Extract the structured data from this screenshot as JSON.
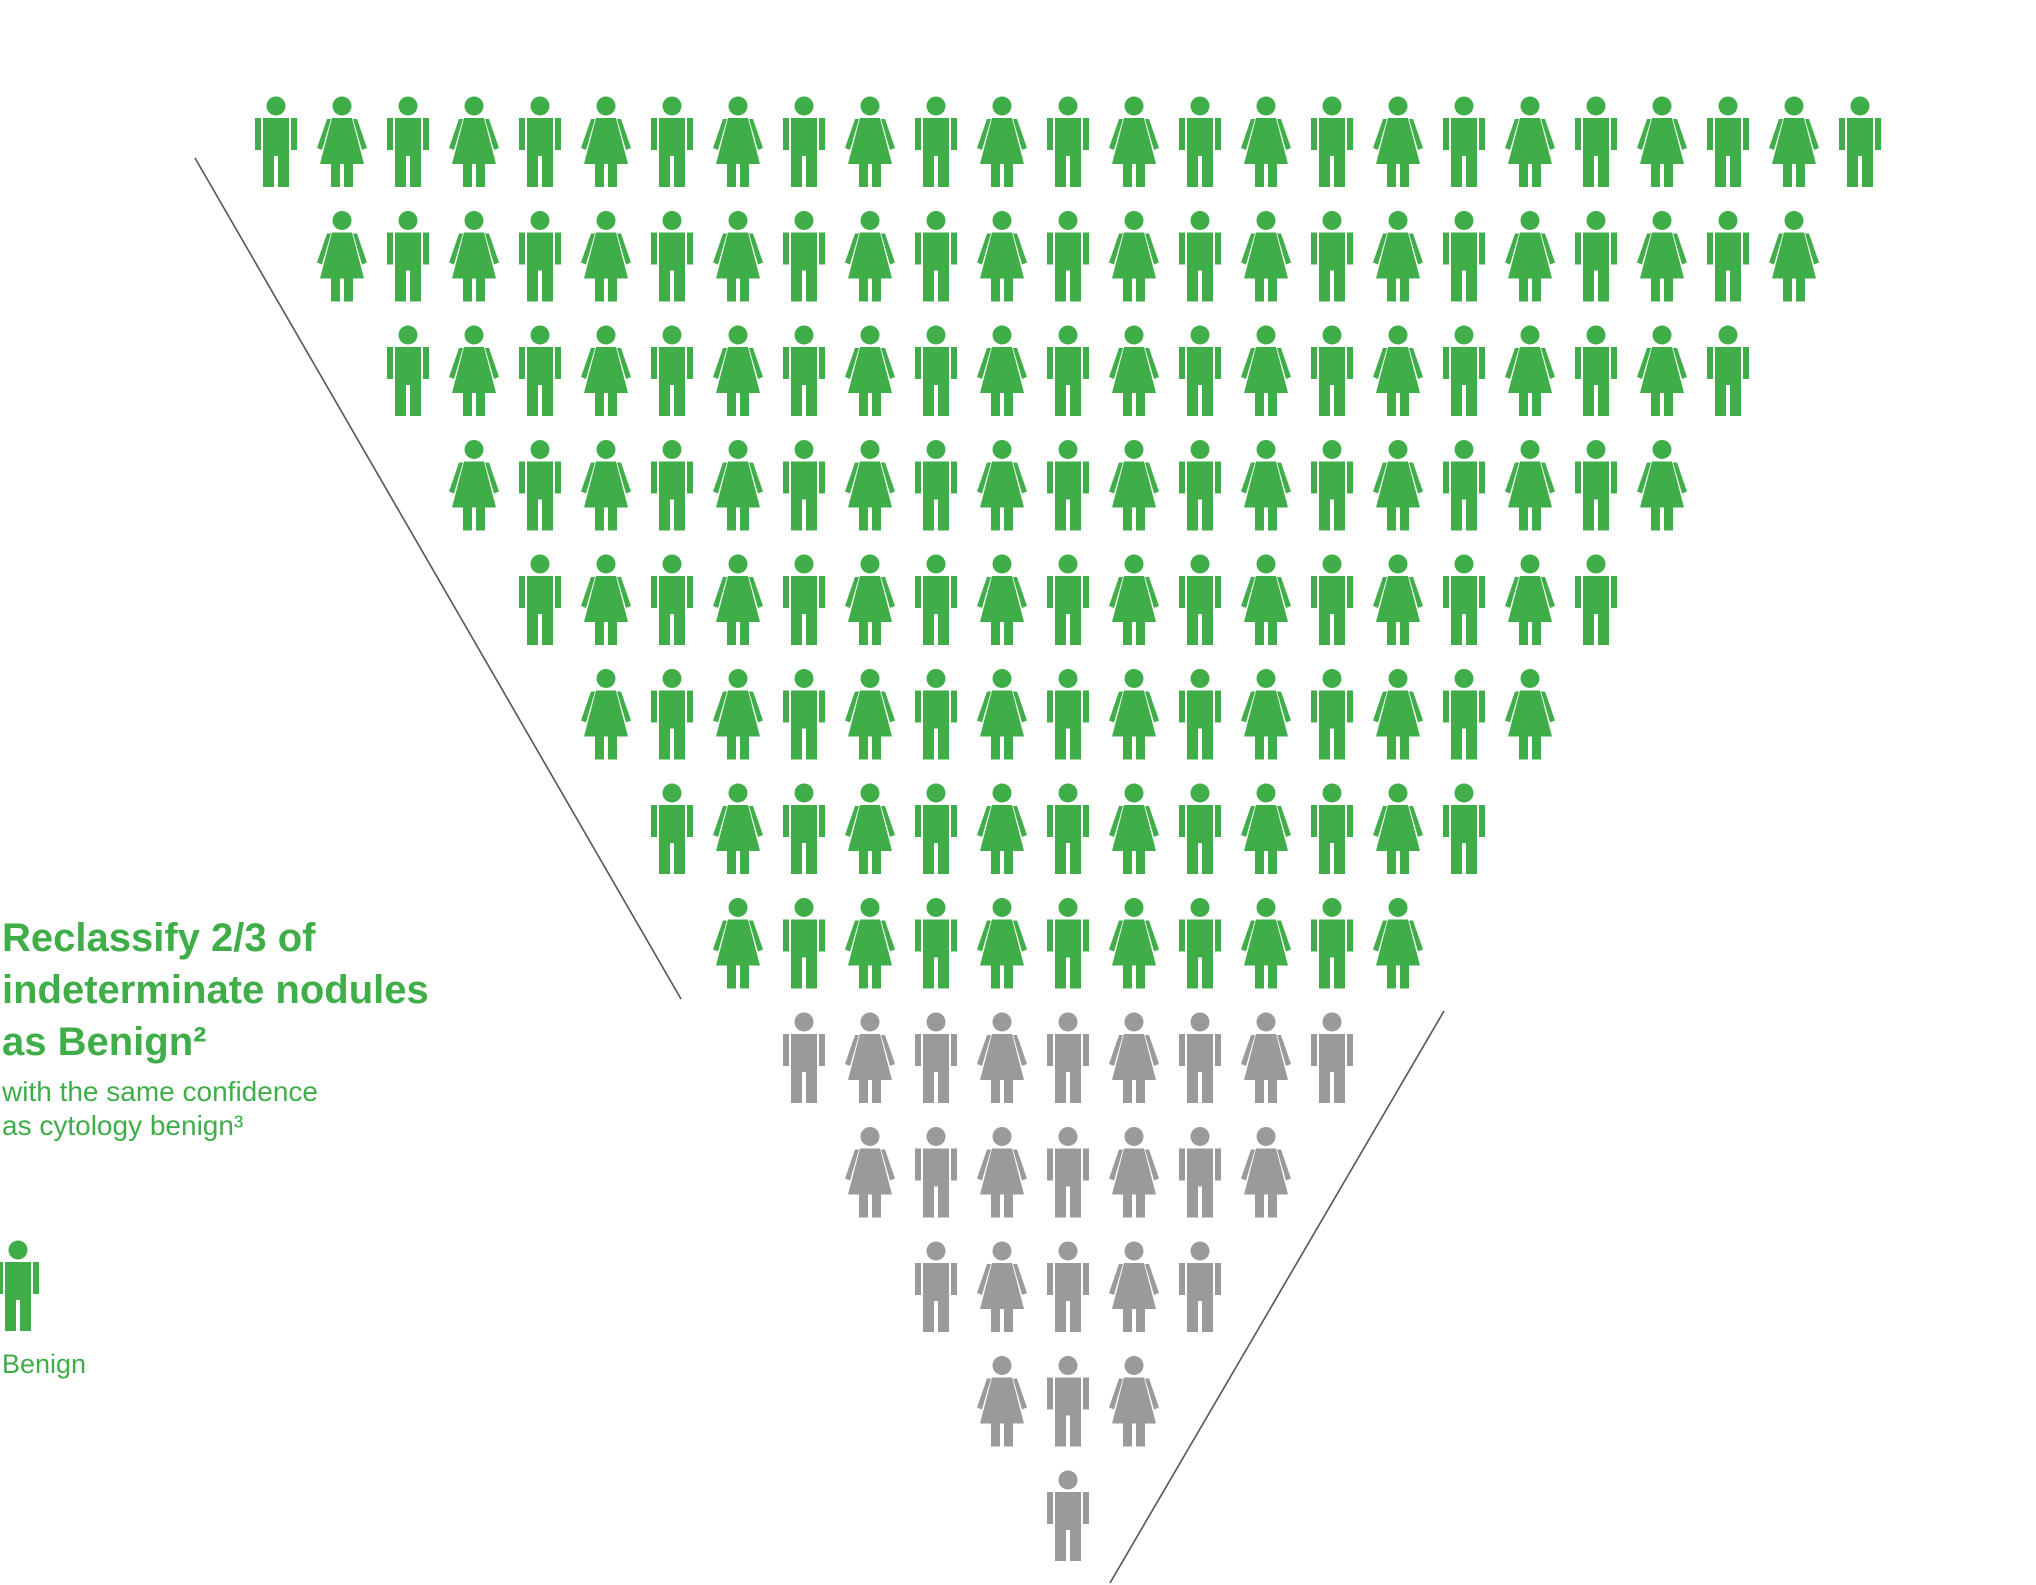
{
  "colors": {
    "benign": "#3fae49",
    "other": "#9a9a9a",
    "funnel_line": "#555555"
  },
  "icons": {
    "male": "person-male-icon",
    "female": "person-female-icon"
  },
  "pyramid": {
    "rows": [
      {
        "count": 25,
        "status": "benign",
        "first": "male"
      },
      {
        "count": 23,
        "status": "benign",
        "first": "female"
      },
      {
        "count": 21,
        "status": "benign",
        "first": "male"
      },
      {
        "count": 19,
        "status": "benign",
        "first": "female"
      },
      {
        "count": 17,
        "status": "benign",
        "first": "male"
      },
      {
        "count": 15,
        "status": "benign",
        "first": "female"
      },
      {
        "count": 13,
        "status": "benign",
        "first": "male"
      },
      {
        "count": 11,
        "status": "benign",
        "first": "female"
      },
      {
        "count": 9,
        "status": "other",
        "first": "male"
      },
      {
        "count": 7,
        "status": "other",
        "first": "female"
      },
      {
        "count": 5,
        "status": "other",
        "first": "male"
      },
      {
        "count": 3,
        "status": "other",
        "first": "female"
      },
      {
        "count": 1,
        "status": "other",
        "first": "male"
      }
    ]
  },
  "headline": {
    "line1": "Reclassify 2/3 of",
    "line2": "indeterminate nodules",
    "line3": "as Benign²"
  },
  "subline": {
    "line1": "with the same confidence",
    "line2": "as cytology benign³"
  },
  "legend": {
    "icon": "person-male-icon",
    "label": "Benign"
  }
}
